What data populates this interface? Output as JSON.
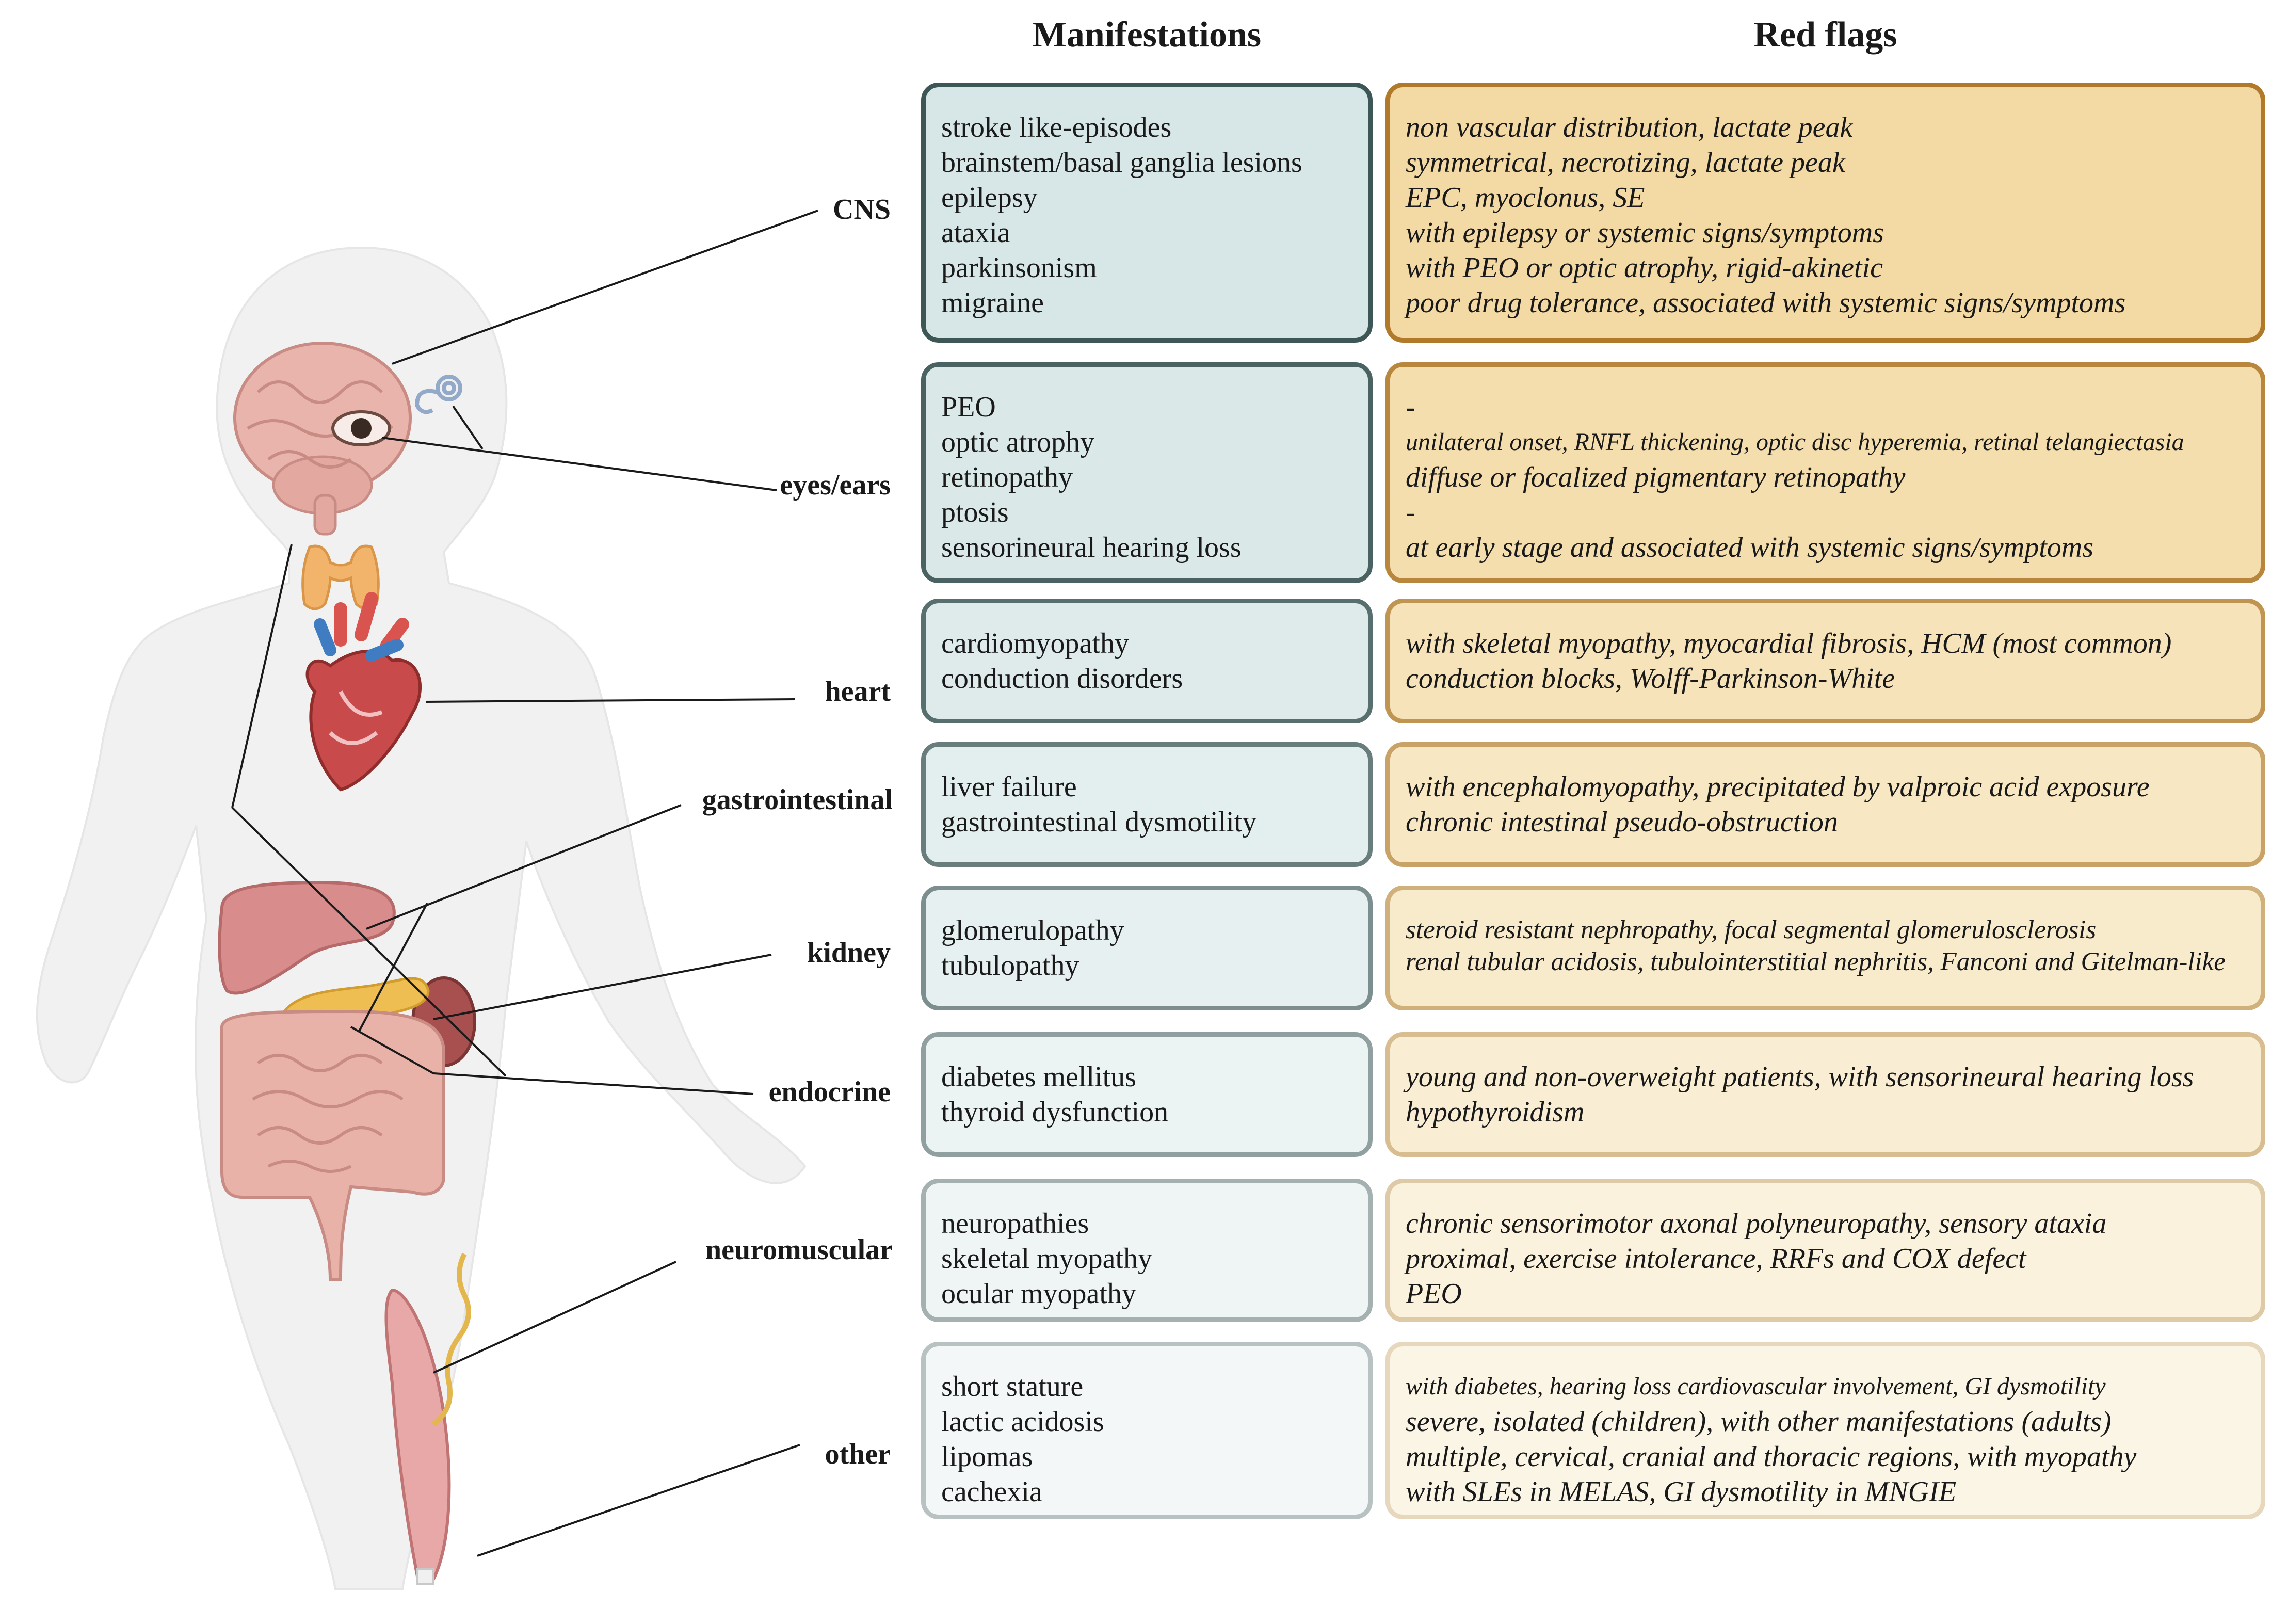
{
  "headers": {
    "manifestations": "Manifestations",
    "red_flags": "Red flags"
  },
  "rows": [
    {
      "label": "CNS",
      "manifestations": [
        "stroke like-episodes",
        "brainstem/basal ganglia lesions",
        "epilepsy",
        "ataxia",
        "parkinsonism",
        "migraine"
      ],
      "red_flags": [
        "non vascular distribution, lactate peak",
        "symmetrical, necrotizing, lactate peak",
        "EPC, myoclonus, SE",
        "with epilepsy or systemic signs/symptoms",
        "with PEO or optic atrophy, rigid-akinetic",
        "poor drug tolerance, associated with systemic signs/symptoms"
      ]
    },
    {
      "label": "eyes/ears",
      "manifestations": [
        "PEO",
        "optic atrophy",
        "retinopathy",
        "ptosis",
        "sensorineural hearing loss"
      ],
      "red_flags": [
        "-",
        "unilateral onset, RNFL thickening, optic disc hyperemia, retinal telangiectasia",
        "diffuse or focalized pigmentary retinopathy",
        "-",
        "at early stage and associated with systemic signs/symptoms"
      ]
    },
    {
      "label": "heart",
      "manifestations": [
        "cardiomyopathy",
        "conduction disorders"
      ],
      "red_flags": [
        "with skeletal myopathy, myocardial fibrosis, HCM  (most common)",
        "conduction blocks, Wolff-Parkinson-White"
      ]
    },
    {
      "label": "gastrointestinal",
      "manifestations": [
        "liver failure",
        "gastrointestinal dysmotility"
      ],
      "red_flags": [
        "with encephalomyopathy, precipitated by valproic acid exposure",
        "chronic intestinal pseudo-obstruction"
      ]
    },
    {
      "label": "kidney",
      "manifestations": [
        "glomerulopathy",
        "tubulopathy"
      ],
      "red_flags": [
        "steroid resistant nephropathy, focal segmental glomerulosclerosis",
        "renal tubular acidosis, tubulointerstitial nephritis, Fanconi and Gitelman-like"
      ]
    },
    {
      "label": "endocrine",
      "manifestations": [
        "diabetes mellitus",
        "thyroid dysfunction"
      ],
      "red_flags": [
        "young and non-overweight patients, with sensorineural hearing loss",
        "hypothyroidism"
      ]
    },
    {
      "label": "neuromuscular",
      "manifestations": [
        "neuropathies",
        "skeletal myopathy",
        "ocular myopathy"
      ],
      "red_flags": [
        "chronic sensorimotor axonal polyneuropathy, sensory ataxia",
        "proximal, exercise intolerance, RRFs and COX defect",
        "PEO"
      ]
    },
    {
      "label": "other",
      "manifestations": [
        "short stature",
        "lactic acidosis",
        "lipomas",
        "cachexia"
      ],
      "red_flags": [
        "with diabetes, hearing loss cardiovascular involvement, GI dysmotility",
        "severe, isolated (children), with other manifestations (adults)",
        "multiple, cervical, cranial and thoracic regions, with myopathy",
        "with SLEs in MELAS, GI dysmotility in MNGIE"
      ]
    }
  ],
  "colors": {
    "man_fill": [
      "#d7e6e6",
      "#dbe8e8",
      "#dfebeb",
      "#e3eeee",
      "#e7f0f0",
      "#ebf3f3",
      "#eff5f5",
      "#f3f7f7"
    ],
    "man_border": [
      "#3d5656",
      "#4a6262",
      "#586f6f",
      "#6a7d7d",
      "#7d8e8e",
      "#909f9f",
      "#a5b1b1",
      "#b9c2c2"
    ],
    "red_fill": [
      "#f3d9a3",
      "#f5deae",
      "#f6e3b9",
      "#f7e7c3",
      "#f8ebcc",
      "#f9eed4",
      "#faf2dc",
      "#fbf5e6"
    ],
    "red_border": [
      "#b07a2a",
      "#b8873d",
      "#c09451",
      "#c8a266",
      "#d0b07b",
      "#d8bd91",
      "#dfcaa7",
      "#e6d7bd"
    ]
  }
}
